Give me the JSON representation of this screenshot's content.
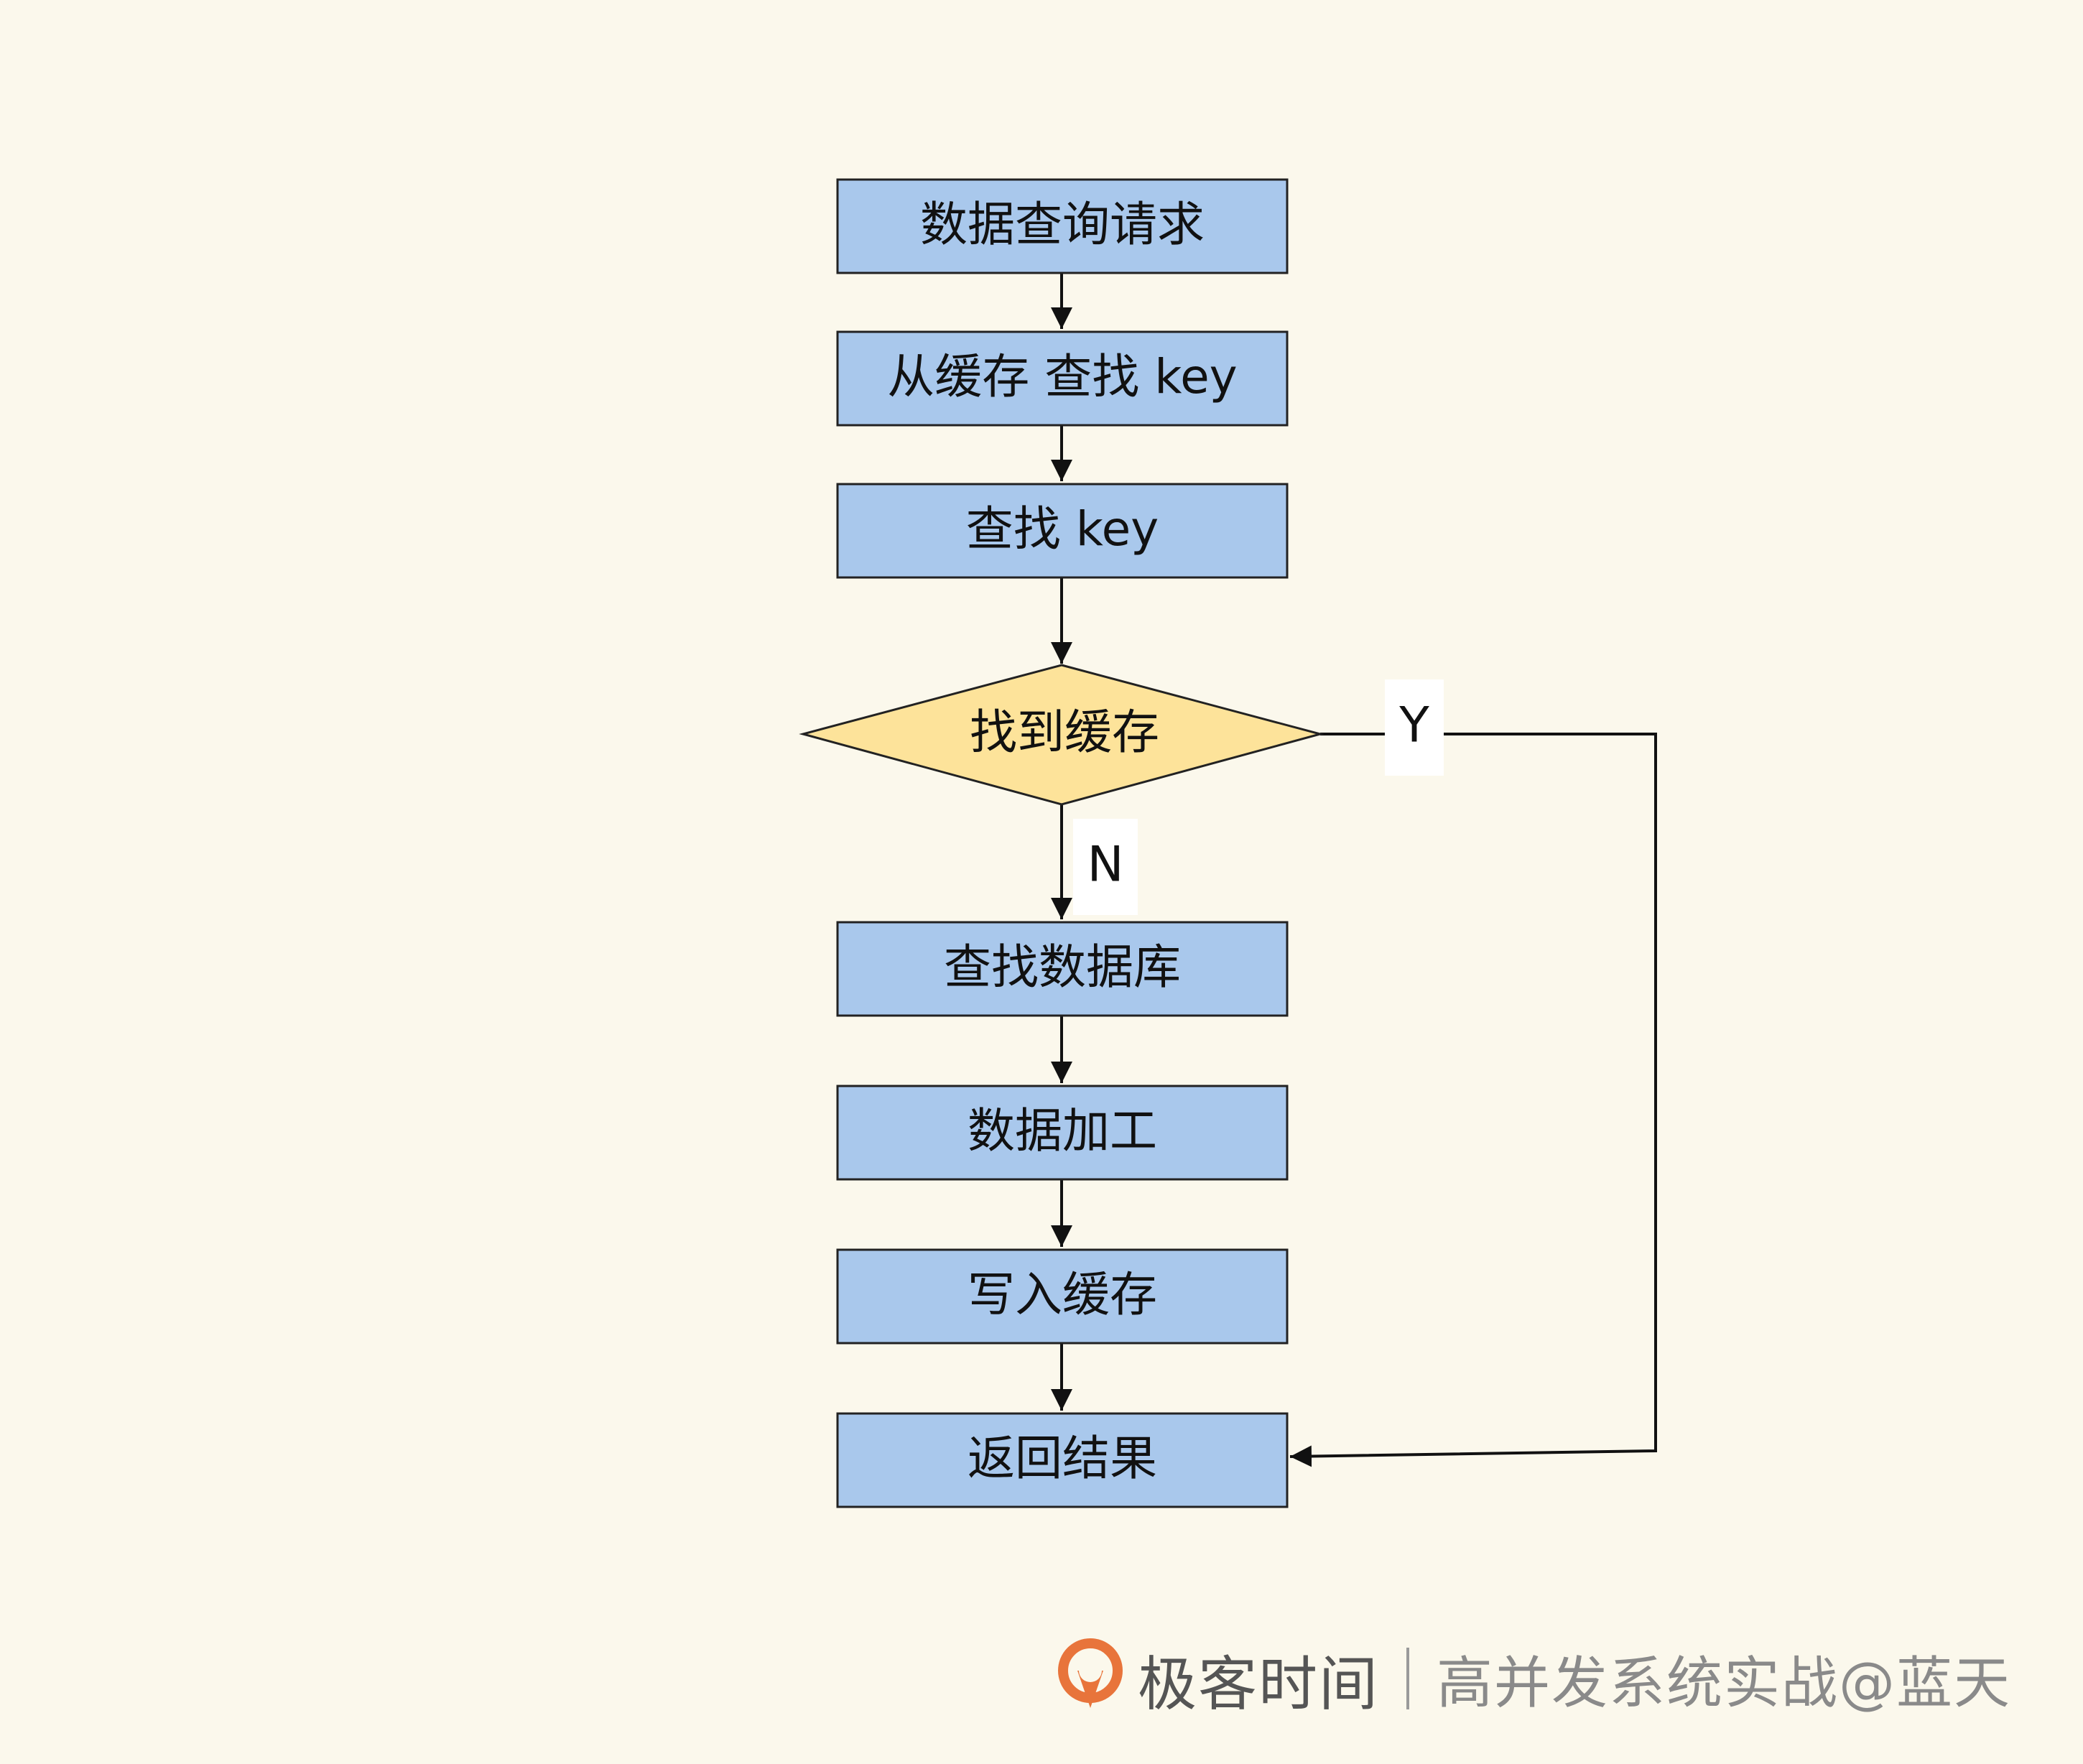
{
  "diagram": {
    "nodes": [
      {
        "id": "request",
        "shape": "process",
        "label": "数据查询请求"
      },
      {
        "id": "cache_lookup",
        "shape": "process",
        "label": "从缓存 查找 key"
      },
      {
        "id": "find_key",
        "shape": "process",
        "label": "查找 key"
      },
      {
        "id": "cache_found",
        "shape": "decision",
        "label": "找到缓存"
      },
      {
        "id": "db_lookup",
        "shape": "process",
        "label": "查找数据库"
      },
      {
        "id": "process_data",
        "shape": "process",
        "label": "数据加工"
      },
      {
        "id": "write_cache",
        "shape": "process",
        "label": "写入缓存"
      },
      {
        "id": "return_result",
        "shape": "process",
        "label": "返回结果"
      }
    ],
    "edges": [
      {
        "from": "request",
        "to": "cache_lookup",
        "label": ""
      },
      {
        "from": "cache_lookup",
        "to": "find_key",
        "label": ""
      },
      {
        "from": "find_key",
        "to": "cache_found",
        "label": ""
      },
      {
        "from": "cache_found",
        "to": "db_lookup",
        "label": "N"
      },
      {
        "from": "db_lookup",
        "to": "process_data",
        "label": ""
      },
      {
        "from": "process_data",
        "to": "write_cache",
        "label": ""
      },
      {
        "from": "write_cache",
        "to": "return_result",
        "label": ""
      },
      {
        "from": "cache_found",
        "to": "return_result",
        "label": "Y"
      }
    ]
  },
  "colors": {
    "background": "#fbf8ec",
    "process_fill": "#a9c8ec",
    "decision_fill": "#fde39a",
    "stroke": "#222222",
    "brand_orange": "#e8743b"
  },
  "footer": {
    "brand_icon": "geekbang-logo-icon",
    "brand_name": "极客时间",
    "subtitle": "高并发系统实战@蓝天"
  }
}
